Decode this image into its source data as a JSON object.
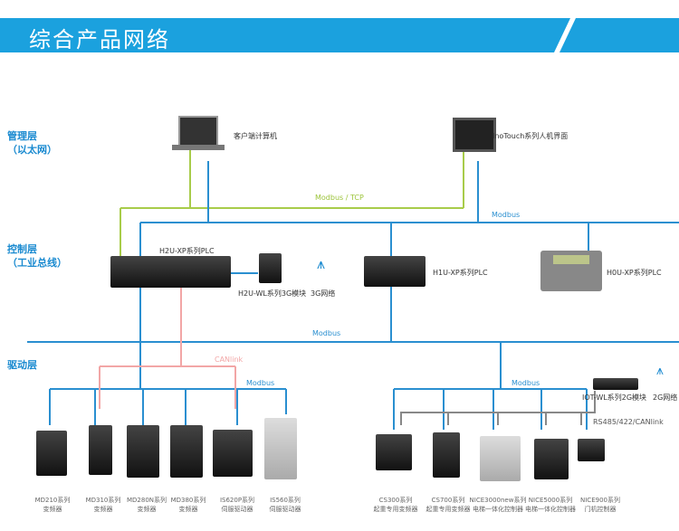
{
  "header": {
    "title": "综合产品网络"
  },
  "layers": {
    "management": [
      "管理层",
      "（以太网）"
    ],
    "control": [
      "控制层",
      "（工业总线）"
    ],
    "drive": "驱动层"
  },
  "management": {
    "pc": "客户端计算机",
    "hmi": "InoTouch系列人机界面"
  },
  "buses": {
    "modbus_tcp": "Modbus / TCP",
    "modbus_top": "Modbus",
    "modbus_mid": "Modbus",
    "canlink": "CANlink",
    "modbus_left": "Modbus",
    "modbus_right": "Modbus",
    "rs485": "RS485/422/CANlink"
  },
  "control": {
    "plc_h2u": "H2U-XP系列PLC",
    "wl3g": "H2U-WL系列3G模块",
    "net3g": "3G网络",
    "plc_h1u": "H1U-XP系列PLC",
    "plc_h0u": "H0U-XP系列PLC"
  },
  "iot": {
    "module": "IOT-WL系列2G模块",
    "net2g": "2G网络"
  },
  "drives": [
    {
      "name": "MD210系列",
      "type": "变频器"
    },
    {
      "name": "MD310系列",
      "type": "变频器"
    },
    {
      "name": "MD280N系列",
      "type": "变频器"
    },
    {
      "name": "MD380系列",
      "type": "变频器"
    },
    {
      "name": "IS620P系列",
      "type": "伺服驱动器"
    },
    {
      "name": "IS560系列",
      "type": "伺服驱动器"
    },
    {
      "name": "CS300系列",
      "type": "起重专用变频器"
    },
    {
      "name": "CS700系列",
      "type": "起重专用变频器"
    },
    {
      "name": "NICE3000new系列",
      "type": "电梯一体化控制器"
    },
    {
      "name": "NICE5000系列",
      "type": "电梯一体化控制器"
    },
    {
      "name": "NICE900系列",
      "type": "门机控制器"
    }
  ],
  "colors": {
    "header": "#1ba1de",
    "bus_blue": "#2a8fd0",
    "ethernet_green": "#a8cc4a",
    "canlink_pink": "#f2a6a6",
    "rs485_gray": "#888888"
  }
}
